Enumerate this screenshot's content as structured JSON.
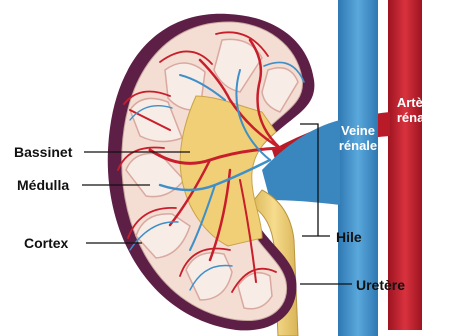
{
  "labels": {
    "bassinet": "Bassinet",
    "medulla": "Médulla",
    "cortex": "Cortex",
    "hile": "Hile",
    "uretere": "Uretère"
  },
  "vessels": {
    "veine_line1": "Veine",
    "veine_line2": "rénale",
    "artere_line1": "Artère",
    "artere_line2": "rénale"
  },
  "colors": {
    "capsule": "#5e1f47",
    "cortex": "#f3dcd2",
    "pelvis": "#f0cf76",
    "vein": "#3f8fc8",
    "artery": "#c81e2b",
    "ureter": "#f0cf76"
  }
}
